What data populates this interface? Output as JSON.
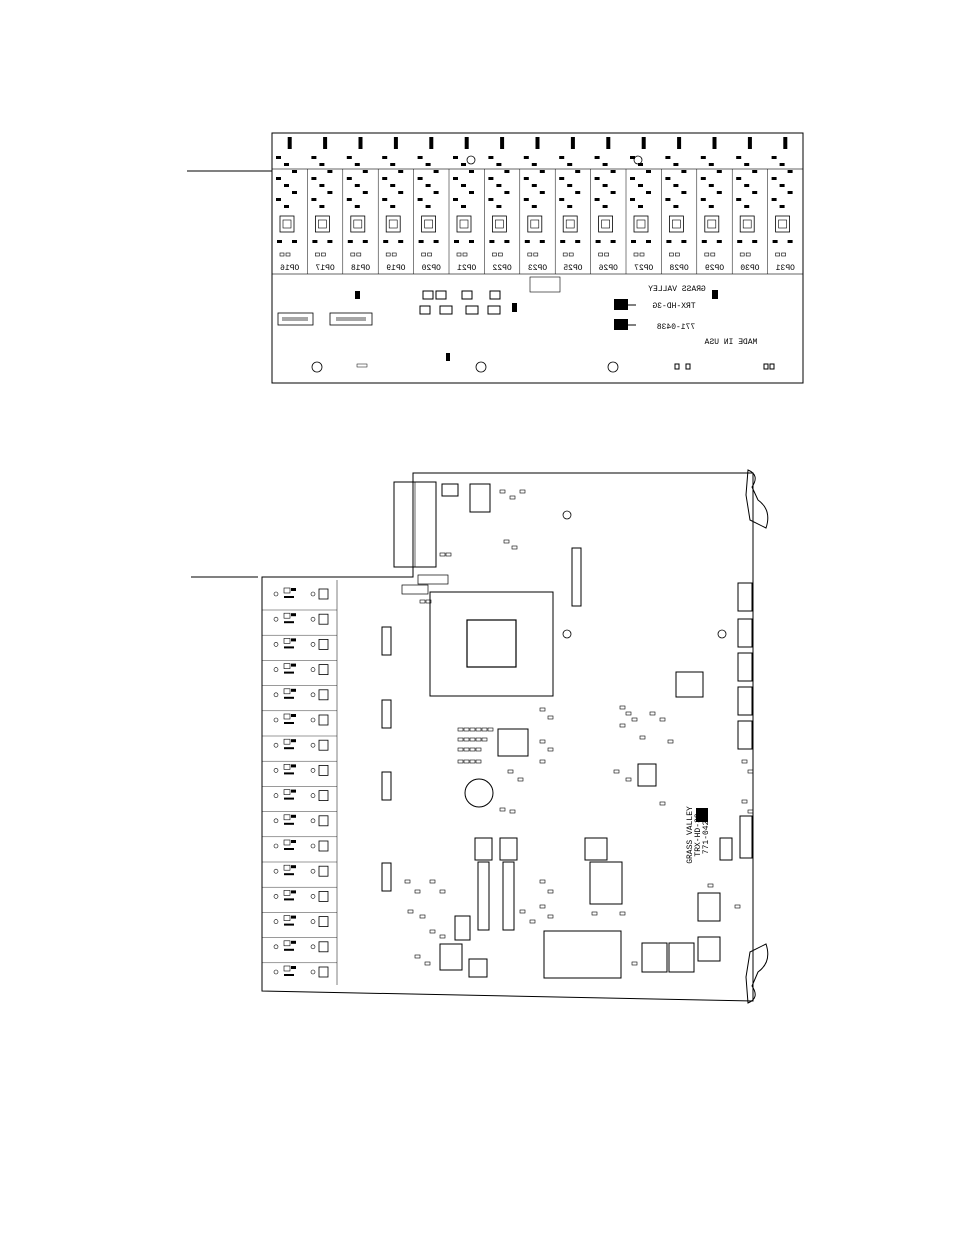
{
  "top_board": {
    "channel_labels": [
      "OP16",
      "OP17",
      "OP18",
      "OP19",
      "OP20",
      "OP21",
      "OP22",
      "OP23",
      "OP25",
      "OP26",
      "OP27",
      "OP28",
      "OP29",
      "OP30",
      "OP31"
    ],
    "brand": "GRASS VALLEY",
    "model": "TRX-HD-3G",
    "part_number": "771-0438",
    "origin": "MADE IN USA"
  },
  "bottom_board": {
    "brand": "GRASS VALLEY",
    "model": "TRX-HD-3G",
    "part_number": "771-0422"
  },
  "colors": {
    "ink": "#000000",
    "paper": "#ffffff"
  }
}
